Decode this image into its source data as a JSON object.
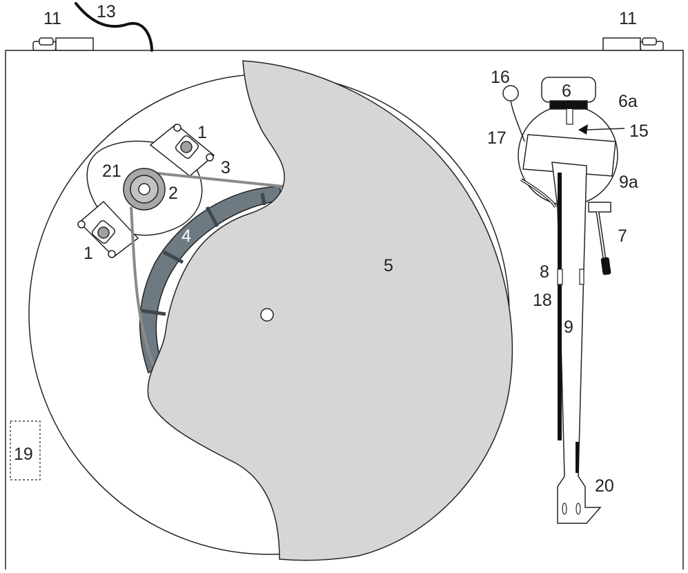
{
  "colors": {
    "outline": "#222222",
    "platter": "#d6d6d6",
    "subplatter": "#6e7a82",
    "belt": "#8a8a8a",
    "pulley": "#a8a8a8",
    "dark": "#111111"
  },
  "labels": {
    "foot_left": "11",
    "foot_right": "11",
    "cable": "13",
    "motor_top": "1",
    "motor_bottom": "1",
    "pulley_outer": "21",
    "pulley": "2",
    "belt": "3",
    "subplatter": "4",
    "platter": "5",
    "counterweight": "6",
    "counterweight_ring": "6a",
    "knob": "16",
    "bearing": "15",
    "antiskate": "17",
    "pivot_housing": "9a",
    "lift_lever": "7",
    "arm_clip": "8",
    "arm_rest": "18",
    "tonearm": "9",
    "headshell": "20",
    "switch": "19"
  }
}
